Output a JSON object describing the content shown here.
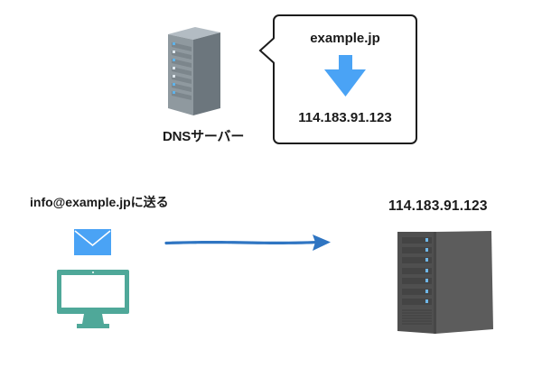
{
  "dns_server": {
    "label": "DNSサーバー",
    "icon": "server-tower-light-icon"
  },
  "dns_bubble": {
    "domain": "example.jp",
    "resolved_ip": "114.183.91.123",
    "arrow_icon": "down-arrow-icon"
  },
  "sender": {
    "label": "info@example.jpに送る",
    "mail_icon": "envelope-icon",
    "computer_icon": "desktop-monitor-icon"
  },
  "transfer_arrow": {
    "icon": "right-arrow-icon"
  },
  "target_server": {
    "ip_label": "114.183.91.123",
    "icon": "server-tower-dark-icon"
  },
  "colors": {
    "accent_blue": "#4aa3f5",
    "arrow_blue": "#2f75c2",
    "monitor_teal": "#4fa899",
    "dns_server_gray": "#8d979f",
    "target_server_gray": "#555555",
    "led_blue": "#6fb7e8",
    "text": "#1a1a1a"
  }
}
